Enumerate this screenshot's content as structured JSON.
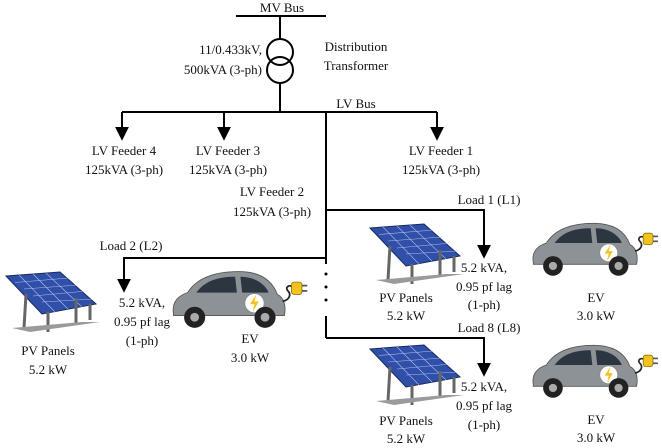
{
  "mv_bus": "MV Bus",
  "transformer": {
    "rating_line1": "11/0.433kV,",
    "rating_line2": "500kVA (3-ph)",
    "name_line1": "Distribution",
    "name_line2": "Transformer"
  },
  "lv_bus": "LV Bus",
  "feeders": {
    "f4": {
      "name": "LV Feeder 4",
      "rating": "125kVA (3-ph)"
    },
    "f3": {
      "name": "LV Feeder 3",
      "rating": "125kVA (3-ph)"
    },
    "f1": {
      "name": "LV Feeder 1",
      "rating": "125kVA (3-ph)"
    },
    "f2": {
      "name": "LV Feeder 2",
      "rating": "125kVA (3-ph)"
    }
  },
  "loads": {
    "l1": {
      "label": "Load 1 (L1)",
      "line1": "5.2 kVA,",
      "line2": "0.95 pf lag",
      "line3": "(1-ph)"
    },
    "l2": {
      "label": "Load 2 (L2)",
      "line1": "5.2 kVA,",
      "line2": "0.95 pf lag",
      "line3": "(1-ph)"
    },
    "l8": {
      "label": "Load 8 (L8)",
      "line1": "5.2 kVA,",
      "line2": "0.95 pf lag",
      "line3": "(1-ph)"
    }
  },
  "pv": {
    "name": "PV Panels",
    "rating": "5.2 kW"
  },
  "ev": {
    "name": "EV",
    "rating": "3.0 kW"
  },
  "colors": {
    "panel_blue": "#2f4fa8",
    "ev_body": "#8d9296",
    "plug_yellow": "#f3c21c",
    "line": "#000000"
  }
}
